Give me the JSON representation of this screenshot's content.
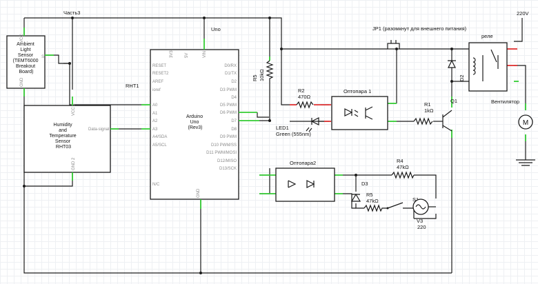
{
  "labels": {
    "chast3": "Часть3",
    "uno": "Uno",
    "v220": "220V",
    "jp1": "JP1 (разомкнут для внешнего питания)",
    "rele": "реле",
    "rht1": "RHT1",
    "r5_top_name": "R5",
    "r5_top_val": "10kΩ",
    "r2_name": "R2",
    "r2_val": "470Ω",
    "opto1": "Оптопара 1",
    "r1_name": "R1",
    "r1_val": "1kΩ",
    "q1": "Q1",
    "d2": "D2",
    "vent": "Вентилятор",
    "motor_m": "M",
    "led1_name": "LED1",
    "led1_val": "Green (555nm)",
    "opto2": "Оптопара2",
    "r4_name": "R4",
    "r4_val": "47kΩ",
    "d3": "D3",
    "r5_bot_name": "R5",
    "r5_bot_val": "47kΩ",
    "s1": "S1",
    "v3_name": "V3",
    "v3_val": "220"
  },
  "ambient": {
    "title": [
      "Ambient",
      "Light",
      "Sensor",
      "(TEMT6000",
      "Breakout",
      "Board)"
    ],
    "pin_vcc": "VCC",
    "pin_s": "S",
    "pin_gnd": "GND"
  },
  "humidity": {
    "title": [
      "Humidity",
      "and",
      "Temperature",
      "Sensor",
      "RHT03"
    ],
    "pin_vcc": "VCC 1",
    "pin_data": "Data-signal",
    "pin_gnd": "GND 2"
  },
  "arduino": {
    "title": [
      "Arduino",
      "Uno",
      "(Rev3)"
    ],
    "top_pins": [
      "3V3",
      "5V",
      "VIN"
    ],
    "left_pins": [
      "RESET",
      "RESET2",
      "AREF",
      "ioref",
      "A0",
      "A1",
      "A2",
      "A3",
      "A4/SDA",
      "A5/SCL",
      "N/C"
    ],
    "right_pins": [
      "D0/RX",
      "D1/TX",
      "D2",
      "D3 PWM",
      "D4",
      "D5 PWM",
      "D6 PWM",
      "D7",
      "D8",
      "D9 PWM",
      "D10 PWM/SS",
      "D11 PWM/MOSI",
      "D12/MISO",
      "D13/SCK"
    ],
    "gnd_pin": "GND"
  },
  "colors": {
    "wire": "#1a1a1a",
    "pin_green": "#33cc33",
    "pin_red": "#e03030",
    "grid": "#eef0f3"
  }
}
